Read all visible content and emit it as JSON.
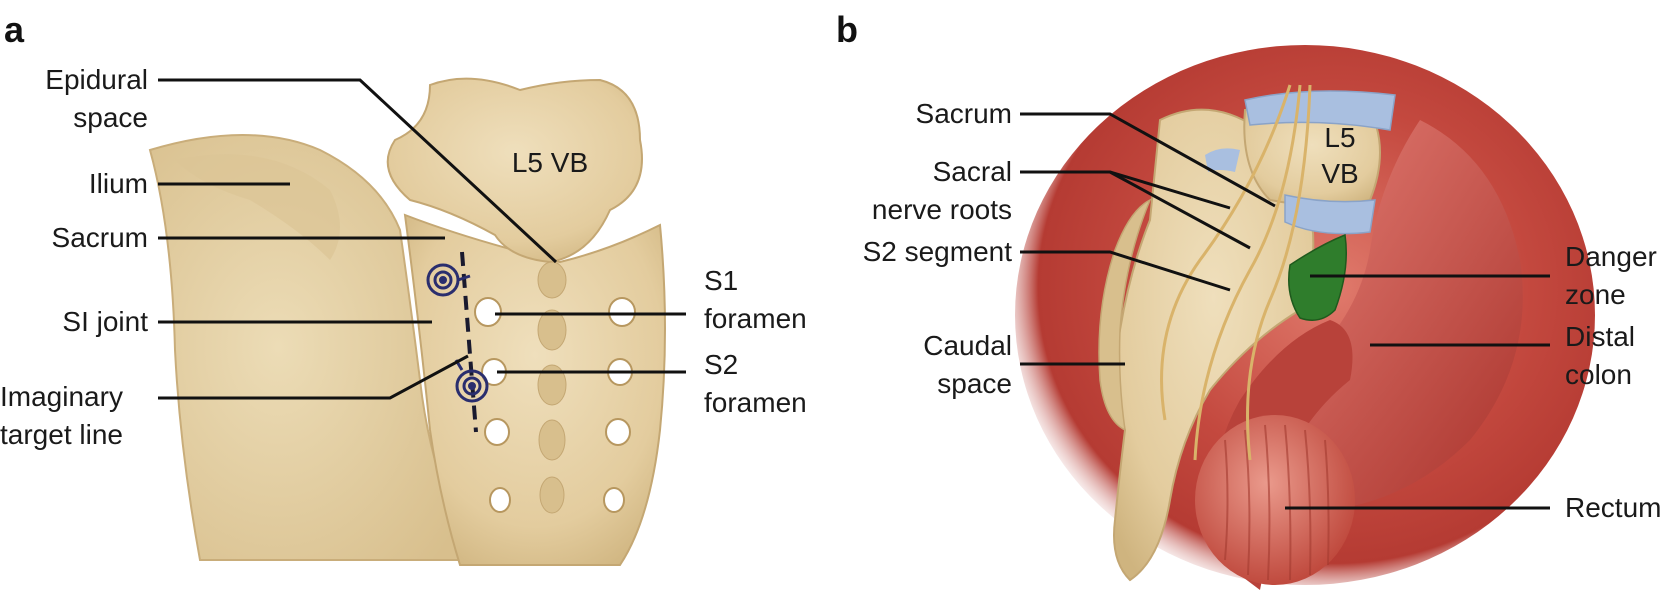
{
  "panels": {
    "a": "a",
    "b": "b"
  },
  "panel_a": {
    "inner_label": "L5 VB",
    "labels": {
      "epidural_space": [
        "Epidural",
        "space"
      ],
      "ilium": "Ilium",
      "sacrum": "Sacrum",
      "si_joint": "SI joint",
      "imaginary_target_line": [
        "Imaginary",
        "target line"
      ],
      "s1_foramen": [
        "S1",
        "foramen"
      ],
      "s2_foramen": [
        "S2",
        "foramen"
      ]
    }
  },
  "panel_b": {
    "inner_label": [
      "L5",
      "VB"
    ],
    "labels": {
      "sacrum": "Sacrum",
      "sacral_nerve_roots": [
        "Sacral",
        "nerve roots"
      ],
      "s2_segment": "S2 segment",
      "caudal_space": [
        "Caudal",
        "space"
      ],
      "danger_zone": [
        "Danger",
        "zone"
      ],
      "distal_colon": [
        "Distal",
        "colon"
      ],
      "rectum": "Rectum"
    }
  },
  "colors": {
    "bone": "#e6d2a8",
    "bone_shadow": "#c9ad7a",
    "muscle": "#c4493f",
    "muscle_dark": "#9b2c25",
    "danger_zone": "#2f7d2c",
    "disc": "#a9bfe0",
    "nerve": "#d9b36a",
    "target": "#2a2e6e"
  }
}
